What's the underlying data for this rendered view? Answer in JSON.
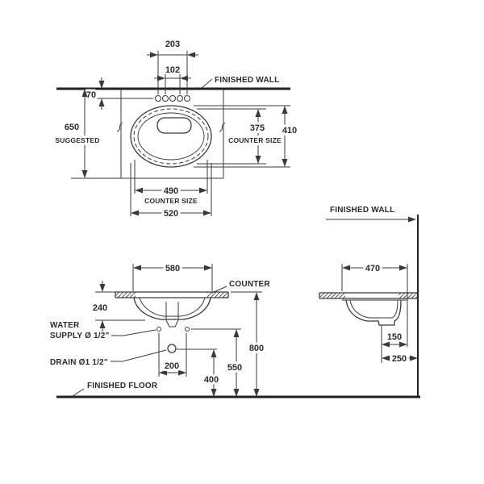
{
  "colors": {
    "line": "#3a3a3a",
    "text": "#2b2b2b",
    "background": "#ffffff"
  },
  "plan": {
    "dim_hole_span_outer": "203",
    "dim_hole_span_inner": "102",
    "dim_wall_to_holes": "70",
    "dim_suggested_depth": "650",
    "suggested_label": "SUGGESTED",
    "finished_wall_label": "FINISHED WALL",
    "dim_cutout_depth": "375",
    "counter_size_label_right": "COUNTER SIZE",
    "dim_counter_depth": "410",
    "dim_cutout_width": "490",
    "counter_size_label_bottom": "COUNTER SIZE",
    "dim_counter_width": "520"
  },
  "front_view": {
    "dim_basin_width": "580",
    "counter_label": "COUNTER",
    "dim_basin_depth": "240",
    "water_supply_label_line1": "WATER",
    "water_supply_label_line2": "SUPPLY Ø 1/2\"",
    "drain_label": "DRAIN Ø1 1/2\"",
    "dim_supply_spacing": "200",
    "dim_drain_height": "400",
    "dim_supply_height": "550",
    "dim_counter_height": "800",
    "finished_floor_label": "FINISHED FLOOR"
  },
  "side_view": {
    "finished_wall_label": "FINISHED WALL",
    "dim_overall_depth": "470",
    "dim_drain_offset_inner": "150",
    "dim_drain_offset_outer": "250"
  }
}
